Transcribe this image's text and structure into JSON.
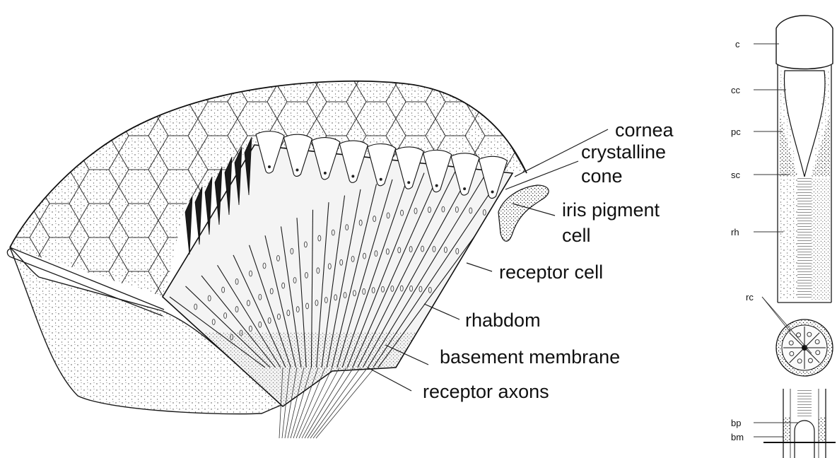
{
  "eye_labels": [
    {
      "id": "cornea",
      "lines": [
        "cornea"
      ]
    },
    {
      "id": "crystalline-cone",
      "lines": [
        "crystalline",
        "cone"
      ]
    },
    {
      "id": "iris-pigment-cell",
      "lines": [
        "iris pigment",
        "cell"
      ]
    },
    {
      "id": "receptor-cell",
      "lines": [
        "receptor cell"
      ]
    },
    {
      "id": "rhabdom",
      "lines": [
        "rhabdom"
      ]
    },
    {
      "id": "basement-membrane",
      "lines": [
        "basement membrane"
      ]
    },
    {
      "id": "receptor-axons",
      "lines": [
        "receptor axons"
      ]
    }
  ],
  "ommatidium_labels": [
    {
      "id": "c",
      "text": "c"
    },
    {
      "id": "cc",
      "text": "cc"
    },
    {
      "id": "pc",
      "text": "pc"
    },
    {
      "id": "sc",
      "text": "sc"
    },
    {
      "id": "rh",
      "text": "rh"
    },
    {
      "id": "rc",
      "text": "rc"
    },
    {
      "id": "bp",
      "text": "bp"
    },
    {
      "id": "bm",
      "text": "bm"
    }
  ]
}
